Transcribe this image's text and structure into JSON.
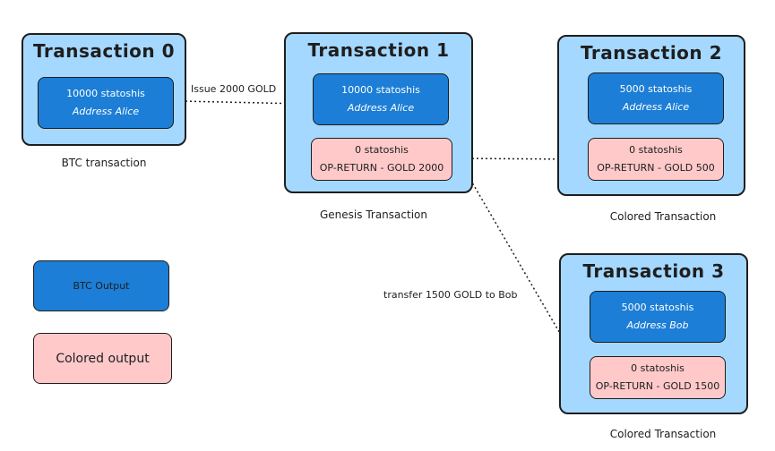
{
  "colors": {
    "transaction_fill": "#a5d8ff",
    "btc_output_fill": "#1c7ed6",
    "colored_output_fill": "#ffc9c9",
    "stroke": "#1e1e1e"
  },
  "transactions": [
    {
      "title": "Transaction 0",
      "caption": "BTC transaction",
      "outputs": [
        {
          "kind": "btc",
          "line1": "10000 statoshis",
          "line2": "Address Alice"
        }
      ]
    },
    {
      "title": "Transaction 1",
      "caption": "Genesis Transaction",
      "outputs": [
        {
          "kind": "btc",
          "line1": "10000 statoshis",
          "line2": "Address Alice"
        },
        {
          "kind": "colored",
          "line1": "0 statoshis",
          "line2": "OP-RETURN - GOLD 2000"
        }
      ]
    },
    {
      "title": "Transaction 2",
      "caption": "Colored Transaction",
      "outputs": [
        {
          "kind": "btc",
          "line1": "5000 statoshis",
          "line2": "Address Alice"
        },
        {
          "kind": "colored",
          "line1": "0 statoshis",
          "line2": "OP-RETURN - GOLD 500"
        }
      ]
    },
    {
      "title": "Transaction 3",
      "caption": "Colored Transaction",
      "outputs": [
        {
          "kind": "btc",
          "line1": "5000 statoshis",
          "line2": "Address Bob"
        },
        {
          "kind": "colored",
          "line1": "0 statoshis",
          "line2": "OP-RETURN - GOLD 1500"
        }
      ]
    }
  ],
  "edges": [
    {
      "from": "Transaction 0",
      "to": "Transaction 1",
      "label": "Issue 2000 GOLD"
    },
    {
      "from": "Transaction 1",
      "to": "Transaction 2",
      "label": ""
    },
    {
      "from": "Transaction 1",
      "to": "Transaction 3",
      "label": "transfer 1500 GOLD to Bob"
    }
  ],
  "legend": {
    "btc": "BTC Output",
    "colored": "Colored output"
  }
}
